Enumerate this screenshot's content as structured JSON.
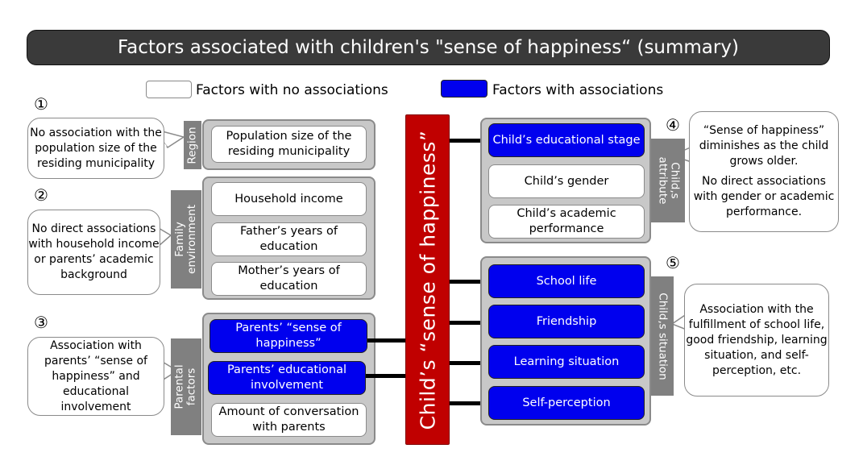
{
  "title": "Factors associated with children's \"sense of happiness“ (summary)",
  "legend": {
    "no_association": "Factors with no associations",
    "association": "Factors with associations",
    "colors": {
      "no_association": "#ffffff",
      "association": "#0000ee"
    }
  },
  "center_label": "Child’s “sense of happiness”",
  "groups": [
    {
      "number": "①",
      "category": "Region",
      "items": [
        {
          "text": "Population size of the residing municipality",
          "associated": false
        }
      ],
      "note": [
        "No association with the population size of the residing municipality"
      ]
    },
    {
      "number": "②",
      "category": "Family environment",
      "items": [
        {
          "text": "Household income",
          "associated": false
        },
        {
          "text": "Father’s years of education",
          "associated": false
        },
        {
          "text": "Mother’s years of education",
          "associated": false
        }
      ],
      "note": [
        "No direct associations with household income or parents’ academic background"
      ]
    },
    {
      "number": "③",
      "category": "Parental factors",
      "items": [
        {
          "text": "Parents’ “sense of happiness”",
          "associated": true
        },
        {
          "text": "Parents’ educational involvement",
          "associated": true
        },
        {
          "text": "Amount of conversation with parents",
          "associated": false
        }
      ],
      "note": [
        "Association with parents’ “sense of happiness” and educational involvement"
      ]
    },
    {
      "number": "④",
      "category": "Child‚s attribute",
      "items": [
        {
          "text": "Child’s educational stage",
          "associated": true
        },
        {
          "text": "Child’s gender",
          "associated": false
        },
        {
          "text": "Child’s academic performance",
          "associated": false
        }
      ],
      "note": [
        "“Sense of happiness” diminishes as the child grows older.",
        "No direct associations with gender or academic performance."
      ]
    },
    {
      "number": "⑤",
      "category": "Child‚s situation",
      "items": [
        {
          "text": "School life",
          "associated": true
        },
        {
          "text": "Friendship",
          "associated": true
        },
        {
          "text": "Learning situation",
          "associated": true
        },
        {
          "text": "Self-perception",
          "associated": true
        }
      ],
      "note": [
        "Association with the fulfillment of school life, good friendship, learning situation, and self-perception, etc."
      ]
    }
  ]
}
